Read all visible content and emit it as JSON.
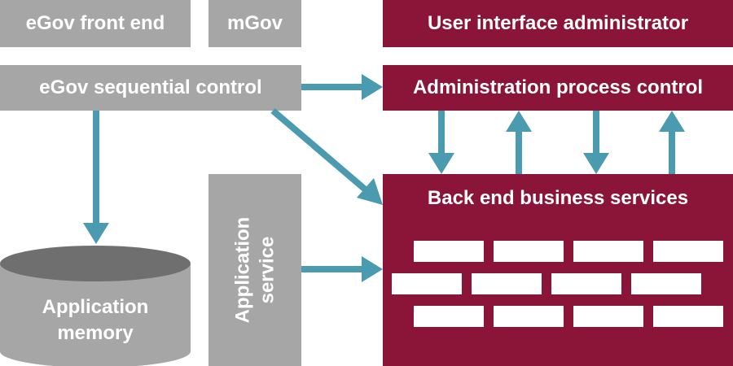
{
  "colors": {
    "gray": "#a6a6a6",
    "cylinder_body": "#a6a6a6",
    "cylinder_top": "#6f6f6f",
    "maroon": "#8b1538",
    "arrow": "#4a9ab0"
  },
  "boxes": {
    "egov_front_end": "eGov front end",
    "mgov": "mGov",
    "ui_administrator": "User interface administrator",
    "sequential_control": "eGov sequential control",
    "admin_process_control": "Administration process control",
    "application_service": "Application service",
    "back_end_services": "Back end business services"
  },
  "memory": {
    "line1": "Application",
    "line2": "memory"
  }
}
